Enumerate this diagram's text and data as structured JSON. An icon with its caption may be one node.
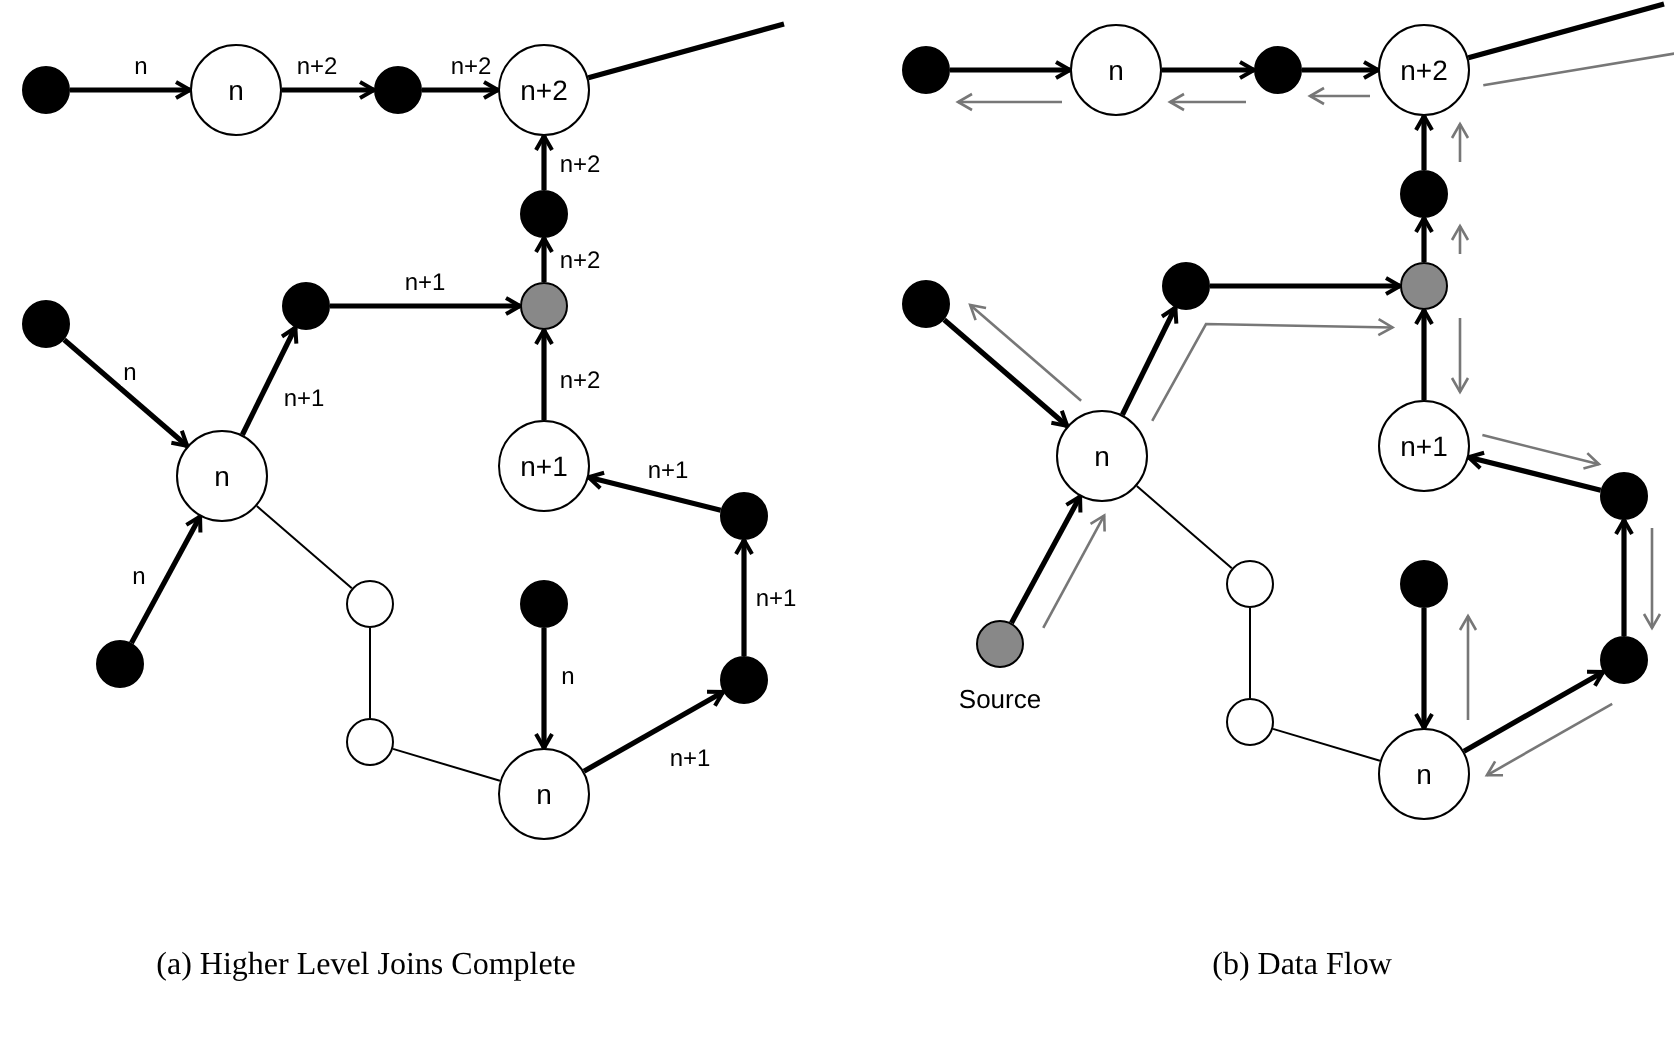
{
  "diagram": {
    "nodes": [
      {
        "text": [],
        "shape": "circle"
      },
      {
        "text": [
          "n"
        ]
      },
      {
        "text": [],
        "shape": "circle"
      },
      {
        "text": [
          "n+2"
        ]
      },
      {
        "text": [],
        "shape": "circle"
      },
      {
        "text": [],
        "shape": "circle"
      },
      {
        "text": [],
        "shape": "circle"
      },
      {
        "text": [],
        "shape": "circle"
      },
      {
        "text": [
          "n"
        ]
      },
      {
        "text": [
          "n+1"
        ]
      },
      {
        "text": [],
        "shape": "circle"
      },
      {
        "text": [],
        "shape": "circle"
      },
      {
        "text": [],
        "shape": "circle"
      },
      {
        "text": [],
        "shape": "circle"
      },
      {
        "text": [],
        "shape": "circle"
      },
      {
        "text": [],
        "shape": "circle"
      },
      {
        "text": [
          "n"
        ]
      },
      {
        "text": [],
        "shape": "circle"
      },
      {
        "text": [
          "n"
        ]
      },
      {
        "text": [],
        "shape": "circle"
      },
      {
        "text": [
          "n+2"
        ]
      },
      {
        "text": [],
        "shape": "circle"
      },
      {
        "text": [],
        "shape": "circle"
      },
      {
        "text": [],
        "shape": "circle"
      },
      {
        "text": [],
        "shape": "circle"
      },
      {
        "text": [
          "n"
        ]
      },
      {
        "text": [
          "n+1"
        ]
      },
      {
        "text": [],
        "shape": "circle"
      },
      {
        "text": [],
        "shape": "circle",
        "beside": [
          "Source"
        ]
      },
      {
        "text": [],
        "shape": "circle"
      },
      {
        "text": [],
        "shape": "circle"
      },
      {
        "text": [],
        "shape": "circle"
      },
      {
        "text": [],
        "shape": "circle"
      },
      {
        "text": [
          "n"
        ]
      }
    ],
    "edges": [
      {
        "from": 0,
        "to": 1,
        "arrow": "to",
        "label": "n"
      },
      {
        "from": 1,
        "to": 2,
        "arrow": "to",
        "label": "n+2"
      },
      {
        "from": 2,
        "to": 3,
        "arrow": "to",
        "label": "n+2"
      },
      {
        "from": 4,
        "to": 3,
        "arrow": "to",
        "label": "n+2"
      },
      {
        "from": 5,
        "to": 4,
        "arrow": "to",
        "label": "n+2"
      },
      {
        "from": 6,
        "to": 5,
        "arrow": "to",
        "label": "n+1"
      },
      {
        "from": 8,
        "to": 6,
        "arrow": "to",
        "label": "n+1"
      },
      {
        "from": 7,
        "to": 8,
        "arrow": "to",
        "label": "n"
      },
      {
        "from": 11,
        "to": 8,
        "arrow": "to",
        "label": "n"
      },
      {
        "from": 9,
        "to": 5,
        "arrow": "to",
        "label": "n+2"
      },
      {
        "from": 10,
        "to": 9,
        "arrow": "to",
        "label": "n+1"
      },
      {
        "from": 15,
        "to": 10,
        "arrow": "to",
        "label": "n+1"
      },
      {
        "from": 16,
        "to": 15,
        "arrow": "to",
        "label": "n+1"
      },
      {
        "from": 14,
        "to": 16,
        "arrow": "to",
        "label": "n"
      },
      {
        "from": 8,
        "to": 12,
        "arrow": "none"
      },
      {
        "from": 12,
        "to": 13,
        "arrow": "none"
      },
      {
        "from": 13,
        "to": 16,
        "arrow": "none"
      },
      {
        "from": 3,
        "to": null,
        "arrow": "none"
      },
      {
        "from": 17,
        "to": 18,
        "arrow": "to"
      },
      {
        "from": 18,
        "to": 19,
        "arrow": "to"
      },
      {
        "from": 19,
        "to": 20,
        "arrow": "to"
      },
      {
        "from": 21,
        "to": 20,
        "arrow": "to"
      },
      {
        "from": 22,
        "to": 21,
        "arrow": "to"
      },
      {
        "from": 23,
        "to": 22,
        "arrow": "to"
      },
      {
        "from": 25,
        "to": 23,
        "arrow": "to"
      },
      {
        "from": 24,
        "to": 25,
        "arrow": "to"
      },
      {
        "from": 28,
        "to": 25,
        "arrow": "to"
      },
      {
        "from": 26,
        "to": 22,
        "arrow": "to"
      },
      {
        "from": 27,
        "to": 26,
        "arrow": "to"
      },
      {
        "from": 32,
        "to": 27,
        "arrow": "to"
      },
      {
        "from": 33,
        "to": 32,
        "arrow": "to"
      },
      {
        "from": 31,
        "to": 33,
        "arrow": "to"
      },
      {
        "from": 25,
        "to": 29,
        "arrow": "none"
      },
      {
        "from": 29,
        "to": 30,
        "arrow": "none"
      },
      {
        "from": 30,
        "to": 33,
        "arrow": "none"
      },
      {
        "from": 20,
        "to": null,
        "arrow": "none"
      },
      {
        "from": 18,
        "to": 17,
        "arrow": "to",
        "color": "#777777"
      },
      {
        "from": 19,
        "to": 18,
        "arrow": "to",
        "color": "#777777"
      },
      {
        "from": 20,
        "to": 19,
        "arrow": "to",
        "color": "#777777"
      },
      {
        "from": 20,
        "to": null,
        "arrow": "none",
        "color": "#777777"
      },
      {
        "from": 21,
        "to": 20,
        "arrow": "to",
        "color": "#777777"
      },
      {
        "from": 22,
        "to": 21,
        "arrow": "to",
        "color": "#777777"
      },
      {
        "from": 22,
        "to": 26,
        "arrow": "to",
        "color": "#777777"
      },
      {
        "from": 26,
        "to": 27,
        "arrow": "to",
        "color": "#777777"
      },
      {
        "from": 27,
        "to": 32,
        "arrow": "to",
        "color": "#777777"
      },
      {
        "from": 32,
        "to": 33,
        "arrow": "to",
        "color": "#777777"
      },
      {
        "from": 33,
        "to": 31,
        "arrow": "to",
        "color": "#777777"
      },
      {
        "from": 28,
        "to": 25,
        "arrow": "to",
        "color": "#777777"
      },
      {
        "from": 25,
        "to": 22,
        "arrow": "to",
        "color": "#777777"
      },
      {
        "from": 25,
        "to": 24,
        "arrow": "to",
        "color": "#777777"
      }
    ],
    "labels": [
      "(a) Higher Level Joins Complete",
      "(b) Data Flow"
    ]
  }
}
